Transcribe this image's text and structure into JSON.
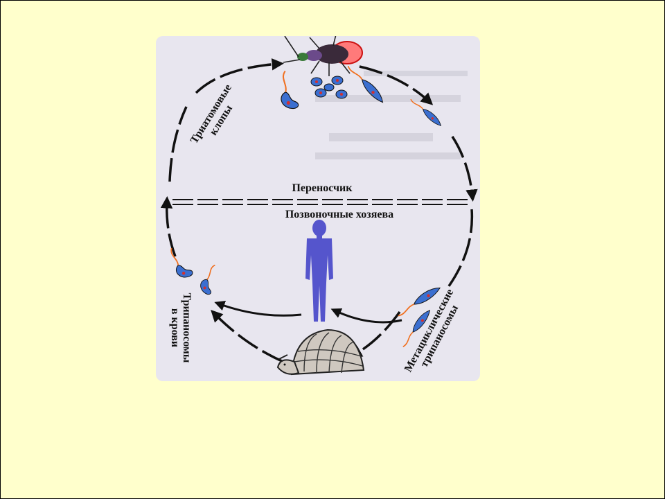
{
  "diagram": {
    "vector_label": "Переносчик",
    "hosts_label": "Позвоночные хозяева",
    "bugs_label": [
      "Триатомовые",
      "клопы"
    ],
    "blood_label": [
      "Трипаносомы",
      "в крови"
    ],
    "metacyclic_label": [
      "Метациклические",
      "трипаносомы"
    ]
  },
  "colors": {
    "slide_bg": "#ffffcc",
    "panel_bg": "#e8e6ef",
    "parasite": "#3b6fd0",
    "flagellum": "#f07020",
    "nucleus": "#d03030",
    "human": "#5555cc"
  },
  "icons": [
    "triatomine-bug-icon",
    "human-silhouette-icon",
    "armadillo-icon",
    "trypanosome-icon",
    "cycle-arrow-icon"
  ]
}
